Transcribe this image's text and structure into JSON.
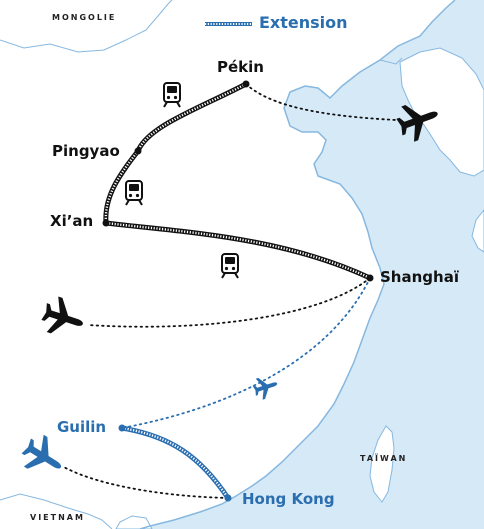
{
  "legend": {
    "label": "Extension"
  },
  "countries": {
    "mongolia": "MONGOLIE",
    "vietnam": "VIETNAM",
    "taiwan": "TAÏWAN"
  },
  "cities": {
    "beijing": "Pékin",
    "pingyao": "Pingyao",
    "xian": "Xi’an",
    "shanghai": "Shanghaï",
    "guilin": "Guilin",
    "hongkong": "Hong Kong"
  },
  "colors": {
    "land": "#ffffff",
    "sea": "#d6e9f7",
    "coast": "#86b8e0",
    "route": "#111111",
    "extension": "#2a6eb0",
    "text": "#111111"
  },
  "icons": {
    "train": "train-icon",
    "plane": "plane-icon"
  }
}
